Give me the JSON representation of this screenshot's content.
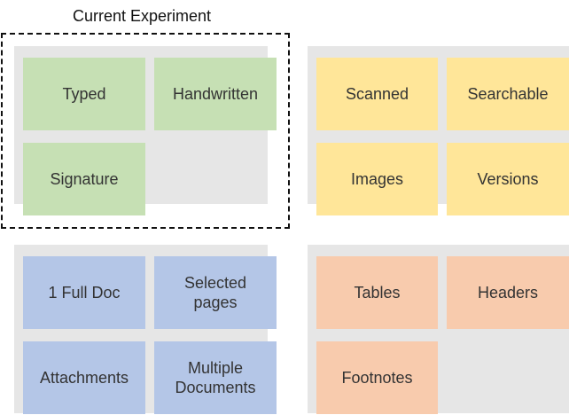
{
  "experiment_label": "Current Experiment",
  "groups": [
    {
      "name": "green",
      "tiles": [
        "Typed",
        "Handwritten",
        "Signature"
      ]
    },
    {
      "name": "yellow",
      "tiles": [
        "Scanned",
        "Searchable",
        "Images",
        "Versions"
      ]
    },
    {
      "name": "blue",
      "tiles": [
        "1 Full Doc",
        "Selected\npages",
        "Attachments",
        "Multiple\nDocuments"
      ]
    },
    {
      "name": "orange",
      "tiles": [
        "Tables",
        "Headers",
        "Footnotes"
      ]
    }
  ],
  "colors": {
    "green": "#c6e0b4",
    "yellow": "#ffe699",
    "blue": "#b4c6e7",
    "orange": "#f8cbad",
    "panel": "#e6e6e6"
  }
}
